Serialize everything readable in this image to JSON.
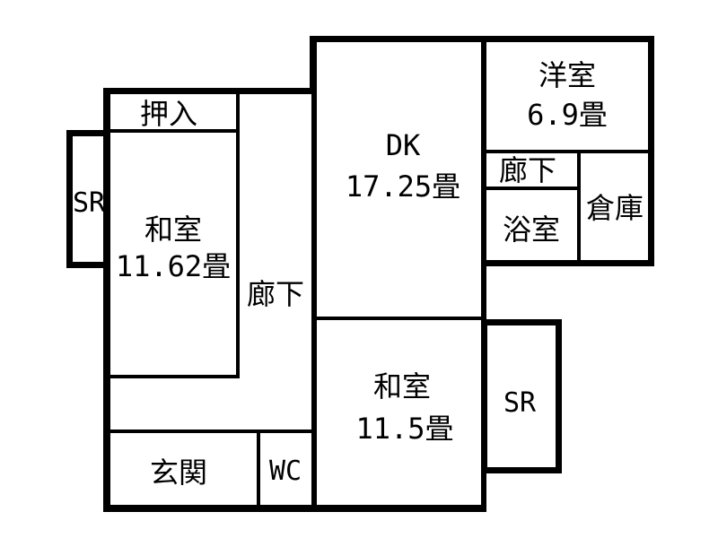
{
  "rooms": {
    "oshiire": {
      "label": "押入"
    },
    "storage_left": {
      "label": "SR"
    },
    "washitsu_main": {
      "label": "和室",
      "size": "11.62畳"
    },
    "corridor_left": {
      "label": "廊下"
    },
    "dk": {
      "label": "DK",
      "size": "17.25畳"
    },
    "youshitsu": {
      "label": "洋室",
      "size": "6.9畳"
    },
    "corridor_right": {
      "label": "廊下"
    },
    "bathroom": {
      "label": "浴室"
    },
    "warehouse": {
      "label": "倉庫"
    },
    "washitsu_second": {
      "label": "和室",
      "size": "11.5畳"
    },
    "storage_right": {
      "label": "SR"
    },
    "entrance": {
      "label": "玄関"
    },
    "toilet": {
      "label": "WC"
    }
  },
  "colors": {
    "wall": "#000000",
    "floor": "#ffffff",
    "text": "#000000"
  }
}
